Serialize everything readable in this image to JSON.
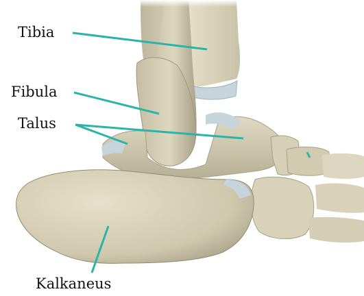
{
  "diagram": {
    "labels": {
      "tibia": "Tibia",
      "fibula": "Fibula",
      "talus": "Talus",
      "calcaneus": "Kalkaneus"
    },
    "colors": {
      "background": "#ffffff",
      "bone": "#d8d2b8",
      "bone_light": "#ece7d6",
      "bone_shadow": "#9c967f",
      "cartilage": "#c6d4dc",
      "leader_line": "#2bb3aa",
      "label_text": "#111111"
    }
  }
}
